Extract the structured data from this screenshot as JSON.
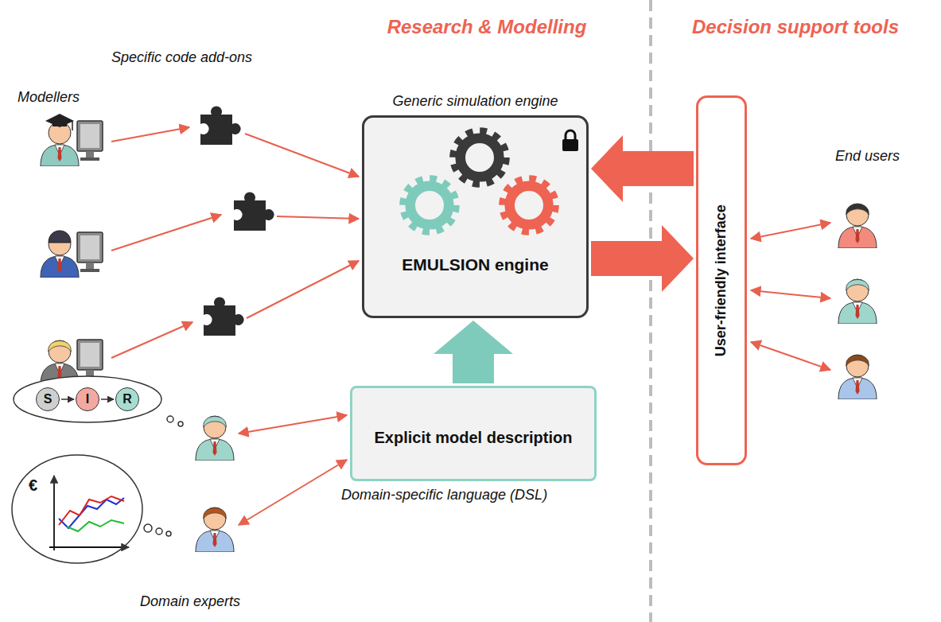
{
  "diagram": {
    "nodes": [
      {
        "text": [
          "Generic simulation engine",
          "EMULSION engine"
        ]
      },
      {
        "text": [
          "Explicit model description",
          "Domain-specific language (DSL)"
        ]
      },
      {
        "text": [
          "User-friendly interface"
        ]
      },
      {
        "text": [
          "S"
        ]
      },
      {
        "text": [
          "I"
        ]
      },
      {
        "text": [
          "R"
        ]
      }
    ],
    "edges": [
      {
        "from": 1,
        "to": 0,
        "arrow": "to"
      },
      {
        "from": 2,
        "to": 0,
        "arrow": "to"
      },
      {
        "from": 0,
        "to": 2,
        "arrow": "to"
      },
      {
        "from": 3,
        "to": 4,
        "arrow": "to"
      },
      {
        "from": 4,
        "to": 5,
        "arrow": "to"
      }
    ],
    "labels": [
      "Research & Modelling",
      "Decision support tools",
      "Specific code add-ons",
      "Modellers",
      "End users",
      "Domain experts",
      "€"
    ]
  }
}
